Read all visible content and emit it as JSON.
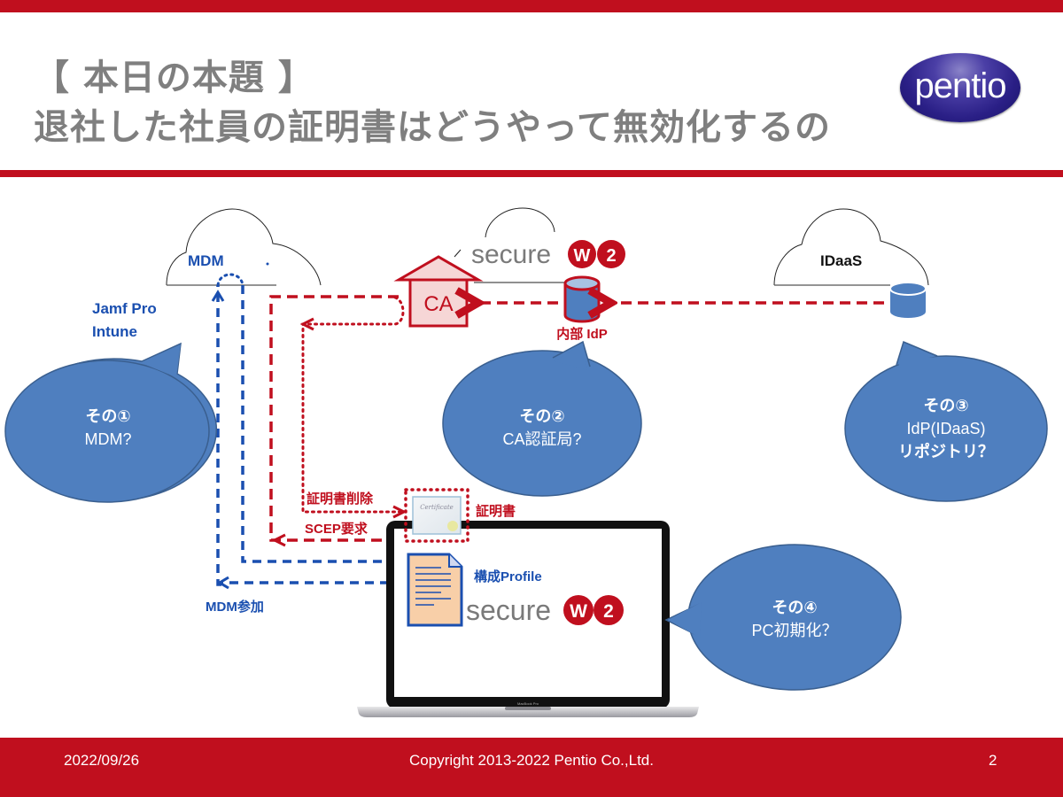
{
  "header": {
    "title_line1": "【 本日の本題 】",
    "title_line2": "退社した社員の証明書はどうやって無効化するの",
    "logo_text": "pentio"
  },
  "diagram": {
    "clouds": {
      "mdm": {
        "label": "MDM"
      },
      "securew2": {
        "brand_text": "secure",
        "badge_w": "W",
        "badge_2": "2"
      },
      "idaas": {
        "label": "IDaaS"
      }
    },
    "mdm_products": [
      "Jamf Pro",
      "Intune"
    ],
    "ca_label": "CA",
    "internal_idp_label": "内部 IdP",
    "flow_labels": {
      "cert_delete": "証明書削除",
      "scep_request": "SCEP要求",
      "certificate": "証明書",
      "config_profile": "構成Profile",
      "mdm_join": "MDM参加"
    },
    "certificate_image_text": "Certificate",
    "laptop_brand": {
      "brand_text": "secure",
      "badge_w": "W",
      "badge_2": "2",
      "model": "MacBook Pro"
    },
    "callouts": [
      {
        "line1": "その①",
        "line2": "MDM?"
      },
      {
        "line1": "その②",
        "line2": "CA認証局?"
      },
      {
        "line1": "その③",
        "line2": "IdP(IDaaS)",
        "line3": "リポジトリ？"
      },
      {
        "line1": "その④",
        "line2": "PC初期化？"
      }
    ],
    "colors": {
      "red": "#c00f1e",
      "blue": "#1a4fb0",
      "callout_fill": "#4f7fbf",
      "callout_stroke": "#3a5f8f",
      "gray_text": "#7f7f7f"
    }
  },
  "footer": {
    "date": "2022/09/26",
    "copyright": "Copyright 2013-2022 Pentio Co.,Ltd.",
    "page_number": "2"
  }
}
